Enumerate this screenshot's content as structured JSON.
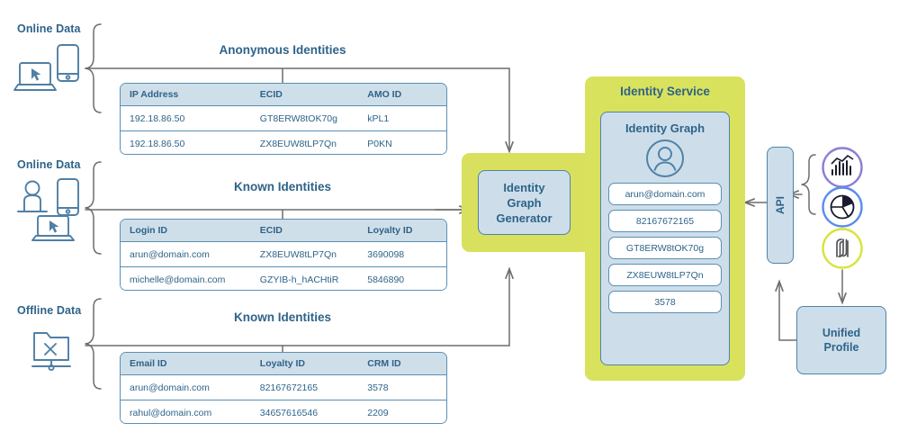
{
  "sources": [
    {
      "label": "Online Data",
      "icon_set": [
        "laptop-cursor-icon",
        "mobile-phone-icon"
      ],
      "section_title": "Anonymous Identities",
      "columns": [
        "IP Address",
        "ECID",
        "AMO ID"
      ],
      "rows": [
        [
          "192.18.86.50",
          "GT8ERW8tOK70g",
          "kPL1"
        ],
        [
          "192.18.86.50",
          "ZX8EUW8tLP7Qn",
          "P0KN"
        ]
      ]
    },
    {
      "label": "Online Data",
      "icon_set": [
        "person-icon",
        "mobile-phone-icon",
        "laptop-cursor-icon"
      ],
      "section_title": "Known Identities",
      "columns": [
        "Login ID",
        "ECID",
        "Loyalty ID"
      ],
      "rows": [
        [
          "arun@domain.com",
          "ZX8EUW8tLP7Qn",
          "3690098"
        ],
        [
          "michelle@domain.com",
          "GZYIB-h_hACHtiR",
          "5846890"
        ]
      ]
    },
    {
      "label": "Offline Data",
      "icon_set": [
        "folder-offline-icon"
      ],
      "section_title": "Known Identities",
      "columns": [
        "Email ID",
        "Loyalty ID",
        "CRM ID"
      ],
      "rows": [
        [
          "arun@domain.com",
          "82167672165",
          "3578"
        ],
        [
          "rahul@domain.com",
          "34657616546",
          "2209"
        ]
      ]
    }
  ],
  "generator": {
    "label_line1": "Identity",
    "label_line2": "Graph",
    "label_line3": "Generator"
  },
  "identity_service": {
    "title": "Identity Service",
    "graph_title": "Identity Graph",
    "avatar_icon": "user-avatar-icon",
    "chips": [
      "arun@domain.com",
      "82167672165",
      "GT8ERW8tOK70g",
      "ZX8EUW8tLP7Qn",
      "3578"
    ]
  },
  "api": {
    "label": "API"
  },
  "unified_profile": {
    "label_line1": "Unified",
    "label_line2": "Profile"
  },
  "right_icons": [
    {
      "name": "analytics-bar-chart-icon",
      "ring_color": "#8b7fd4"
    },
    {
      "name": "pie-chart-icon",
      "ring_color": "#5b8df0"
    },
    {
      "name": "adobe-experience-platform-icon",
      "ring_color": "#d8e33c"
    }
  ],
  "colors": {
    "brand_blue": "#2e6389",
    "border_blue": "#5b8fb4",
    "panel_blue": "#cddeea",
    "header_blue": "#cfdfea",
    "green": "#d9e25c",
    "connector_gray": "#6d6d6d"
  }
}
